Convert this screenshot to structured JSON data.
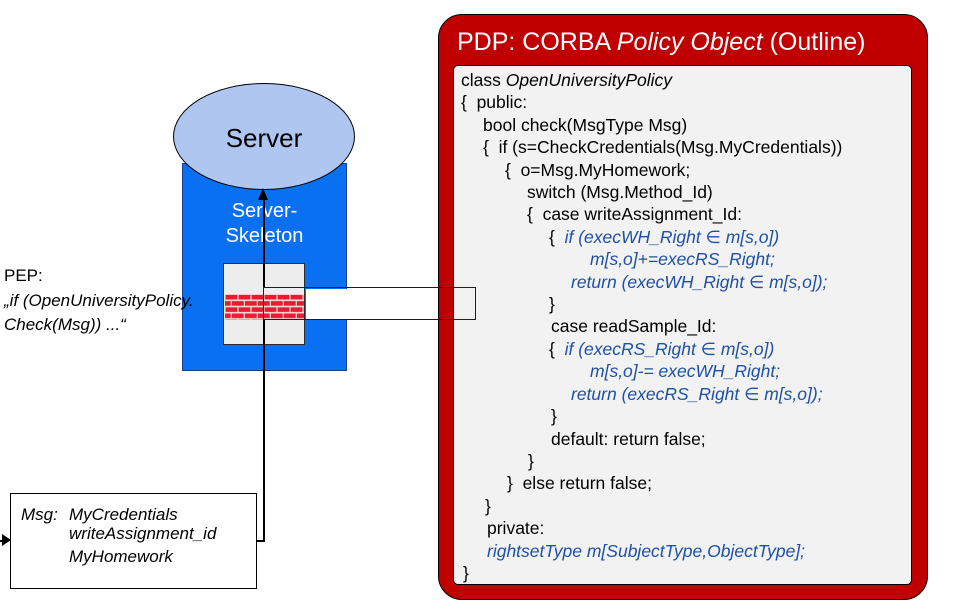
{
  "colors": {
    "accent": "#c00000",
    "blue": "#0a70f2",
    "ellipse": "#aec6f0",
    "codeblue": "#1d50a6",
    "brick": "#e91a32",
    "mortar": "#f6dada",
    "panel": "#f2f2f2"
  },
  "pep": {
    "label": "PEP:",
    "quote_line1": "„if (OpenUniversityPolicy.",
    "quote_line2": "Check(Msg)) ...“"
  },
  "server": {
    "label": "Server",
    "skeleton_line1": "Server-",
    "skeleton_line2": "Skeleton"
  },
  "msg_box": {
    "label": "Msg:",
    "lines": [
      "MyCredentials",
      "writeAssignment_id",
      "MyHomework"
    ]
  },
  "pdp": {
    "title_parts": [
      {
        "t": "PDP: CORBA ",
        "s": "p"
      },
      {
        "t": "Policy Object",
        "s": "i"
      },
      {
        "t": " (Outline)",
        "s": "p"
      }
    ],
    "code_lines": [
      {
        "indent": 0,
        "parts": [
          {
            "t": "class ",
            "s": "p"
          },
          {
            "t": "OpenUniversityPolicy",
            "s": "i"
          }
        ]
      },
      {
        "indent": 0,
        "parts": [
          {
            "t": "{  public:",
            "s": "p"
          }
        ]
      },
      {
        "indent": 22,
        "parts": [
          {
            "t": "bool check(MsgType Msg)",
            "s": "p"
          }
        ]
      },
      {
        "indent": 22,
        "parts": [
          {
            "t": "{  if (s=CheckCredentials(Msg.MyCredentials))",
            "s": "p"
          }
        ]
      },
      {
        "indent": 44,
        "parts": [
          {
            "t": "{  o=Msg.MyHomework;",
            "s": "p"
          }
        ]
      },
      {
        "indent": 66,
        "parts": [
          {
            "t": "switch (Msg.Method_Id)",
            "s": "p"
          }
        ]
      },
      {
        "indent": 66,
        "parts": [
          {
            "t": "{  case writeAssignment_Id:",
            "s": "p"
          }
        ]
      },
      {
        "indent": 88,
        "parts": [
          {
            "t": "{  ",
            "s": "p"
          },
          {
            "t": "if (execWH_Right ∈ m[s,o])",
            "s": "b"
          }
        ]
      },
      {
        "indent": 129,
        "parts": [
          {
            "t": "m[s,o]+=execRS_Right;",
            "s": "b"
          }
        ]
      },
      {
        "indent": 110,
        "parts": [
          {
            "t": "return (execWH_Right ∈ m[s,o]);",
            "s": "b"
          }
        ]
      },
      {
        "indent": 88,
        "parts": [
          {
            "t": "}",
            "s": "p"
          }
        ]
      },
      {
        "indent": 90,
        "parts": [
          {
            "t": "case readSample_Id:",
            "s": "p"
          }
        ]
      },
      {
        "indent": 88,
        "parts": [
          {
            "t": "{  ",
            "s": "p"
          },
          {
            "t": "if (execRS_Right ∈ m[s,o])",
            "s": "b"
          }
        ]
      },
      {
        "indent": 129,
        "parts": [
          {
            "t": "m[s,o]-= execWH_Right;",
            "s": "b"
          }
        ]
      },
      {
        "indent": 110,
        "parts": [
          {
            "t": "return (execRS_Right ∈ m[s,o]);",
            "s": "b"
          }
        ]
      },
      {
        "indent": 90,
        "parts": [
          {
            "t": "}",
            "s": "p"
          }
        ]
      },
      {
        "indent": 90,
        "parts": [
          {
            "t": "default: return false;",
            "s": "p"
          }
        ]
      },
      {
        "indent": 67,
        "parts": [
          {
            "t": "}",
            "s": "p"
          }
        ]
      },
      {
        "indent": 46,
        "parts": [
          {
            "t": "}  else return false;",
            "s": "p"
          }
        ]
      },
      {
        "indent": 24,
        "parts": [
          {
            "t": "}",
            "s": "p"
          }
        ]
      },
      {
        "indent": 26,
        "parts": [
          {
            "t": "private:",
            "s": "p"
          }
        ]
      },
      {
        "indent": 26,
        "parts": [
          {
            "t": "rightsetType m[SubjectType,ObjectType];",
            "s": "b"
          }
        ]
      },
      {
        "indent": 2,
        "parts": [
          {
            "t": "}",
            "s": "p"
          }
        ]
      }
    ]
  }
}
